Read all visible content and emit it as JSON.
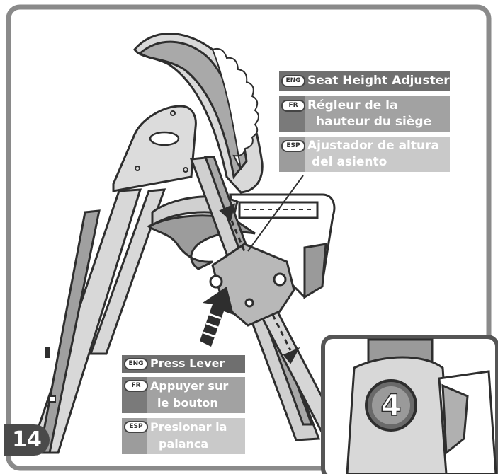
{
  "page_number": "14",
  "seat_height_adjuster": {
    "eng_badge": "ENG",
    "fr_badge": "FR",
    "esp_badge": "ESP",
    "eng": "Seat Height Adjuster",
    "fr_line1": "Régleur de la",
    "fr_line2": "hauteur du siège",
    "esp_line1": "Ajustador de altura",
    "esp_line2": "del asiento"
  },
  "press_lever": {
    "eng_badge": "ENG",
    "fr_badge": "FR",
    "esp_badge": "ESP",
    "eng": "Press Lever",
    "fr_line1": "Appuyer sur",
    "fr_line2": "le bouton",
    "esp_line1": "Presionar la",
    "esp_line2": "palanca"
  },
  "inset": {
    "lever_number": "4"
  },
  "colors": {
    "outline": "#3a3a3a",
    "frame_gray": "#8a8a8a",
    "light_gray": "#d6d6d6"
  }
}
